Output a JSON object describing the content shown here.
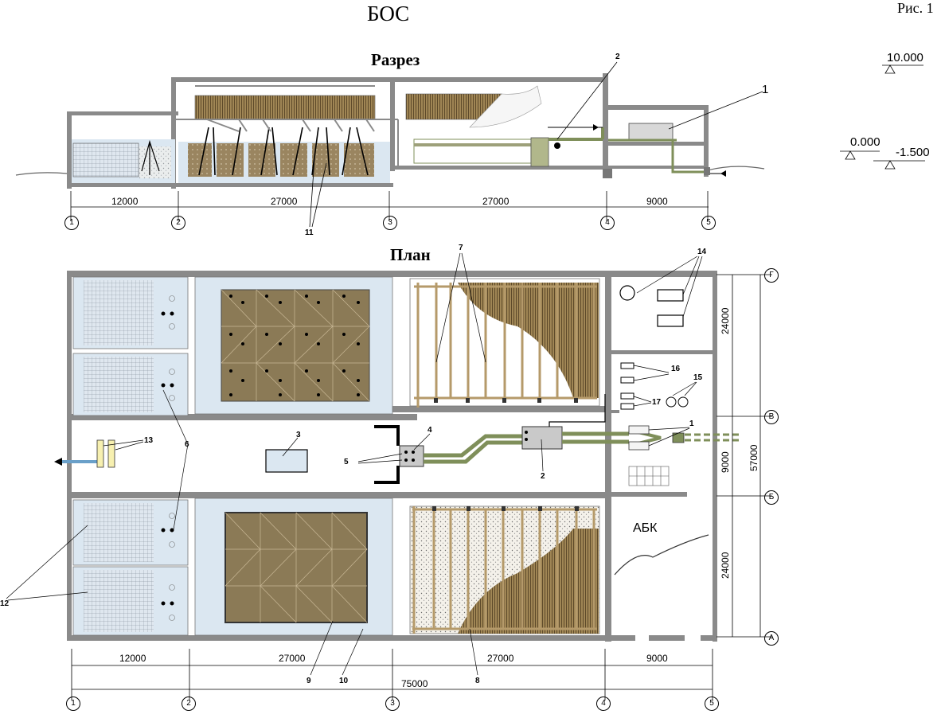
{
  "title": "БОС",
  "figure": "Рис. 1",
  "section_title": "Разрез",
  "plan_title": "План",
  "levels": {
    "top": "10.000",
    "zero": "0.000",
    "bottom": "-1.500"
  },
  "section_dims": [
    "12000",
    "27000",
    "27000",
    "9000"
  ],
  "plan_dims": [
    "12000",
    "27000",
    "27000",
    "9000"
  ],
  "total_dim": "75000",
  "axes_x": [
    "1",
    "2",
    "3",
    "4",
    "5"
  ],
  "axes_y": [
    "Г",
    "В",
    "Б",
    "А"
  ],
  "vert_dims": [
    "24000",
    "9000",
    "24000"
  ],
  "vert_total": "57000",
  "room_label": "АБК",
  "callouts": {
    "c1_section": "1",
    "c2_section": "2",
    "c11": "11",
    "c7": "7",
    "c14": "14",
    "c16": "16",
    "c15": "15",
    "c17": "17",
    "c1_plan": "1",
    "c2_plan": "2",
    "c3": "3",
    "c4": "4",
    "c5": "5",
    "c6": "6",
    "c13": "13",
    "c12": "12",
    "c9": "9",
    "c10": "10",
    "c8": "8"
  },
  "colors": {
    "wall": "#8a8a8a",
    "media": "#8b7a56",
    "brown": "#7a6a44",
    "tank": "#c9d6e3",
    "pipe": "#7f8f5a",
    "lightblue": "#dbe7f1",
    "frame": "#b59a6a"
  }
}
